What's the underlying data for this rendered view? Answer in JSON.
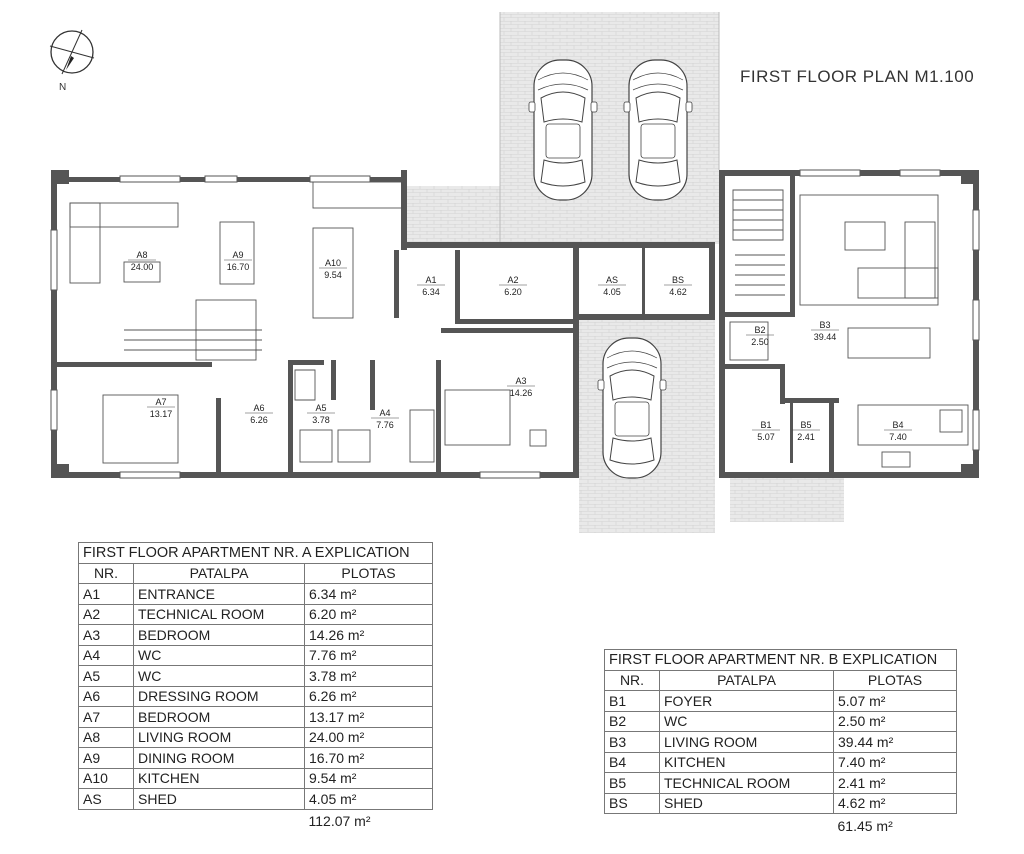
{
  "title": "FIRST FLOOR PLAN M1.100",
  "north_label": "N",
  "rooms": [
    {
      "code": "A8",
      "area": "24.00"
    },
    {
      "code": "A9",
      "area": "16.70"
    },
    {
      "code": "A10",
      "area": "9.54"
    },
    {
      "code": "A1",
      "area": "6.34"
    },
    {
      "code": "A2",
      "area": "6.20"
    },
    {
      "code": "AS",
      "area": "4.05"
    },
    {
      "code": "BS",
      "area": "4.62"
    },
    {
      "code": "A7",
      "area": "13.17"
    },
    {
      "code": "A6",
      "area": "6.26"
    },
    {
      "code": "A5",
      "area": "3.78"
    },
    {
      "code": "A4",
      "area": "7.76"
    },
    {
      "code": "A3",
      "area": "14.26"
    },
    {
      "code": "B2",
      "area": "2.50"
    },
    {
      "code": "B3",
      "area": "39.44"
    },
    {
      "code": "B1",
      "area": "5.07"
    },
    {
      "code": "B5",
      "area": "2.41"
    },
    {
      "code": "B4",
      "area": "7.40"
    }
  ],
  "table_a": {
    "title": "FIRST FLOOR APARTMENT NR. A EXPLICATION",
    "headers": [
      "NR.",
      "PATALPA",
      "PLOTAS"
    ],
    "rows": [
      [
        "A1",
        "ENTRANCE",
        "6.34 m²"
      ],
      [
        "A2",
        "TECHNICAL ROOM",
        "6.20 m²"
      ],
      [
        "A3",
        "BEDROOM",
        "14.26 m²"
      ],
      [
        "A4",
        "WC",
        "7.76 m²"
      ],
      [
        "A5",
        "WC",
        "3.78 m²"
      ],
      [
        "A6",
        "DRESSING ROOM",
        "6.26 m²"
      ],
      [
        "A7",
        "BEDROOM",
        "13.17 m²"
      ],
      [
        "A8",
        "LIVING ROOM",
        "24.00 m²"
      ],
      [
        "A9",
        "DINING ROOM",
        "16.70 m²"
      ],
      [
        "A10",
        "KITCHEN",
        "9.54 m²"
      ],
      [
        "AS",
        "SHED",
        "4.05 m²"
      ]
    ],
    "total": "112.07 m²"
  },
  "table_b": {
    "title": "FIRST FLOOR APARTMENT NR. B EXPLICATION",
    "headers": [
      "NR.",
      "PATALPA",
      "PLOTAS"
    ],
    "rows": [
      [
        "B1",
        "FOYER",
        "5.07 m²"
      ],
      [
        "B2",
        "WC",
        "2.50 m²"
      ],
      [
        "B3",
        "LIVING ROOM",
        "39.44 m²"
      ],
      [
        "B4",
        "KITCHEN",
        "7.40 m²"
      ],
      [
        "B5",
        "TECHNICAL ROOM",
        "2.41 m²"
      ],
      [
        "BS",
        "SHED",
        "4.62 m²"
      ]
    ],
    "total": "61.45 m²"
  },
  "colors": {
    "wall": "#555555",
    "paving": "#e8e8e8",
    "line": "#444444"
  }
}
